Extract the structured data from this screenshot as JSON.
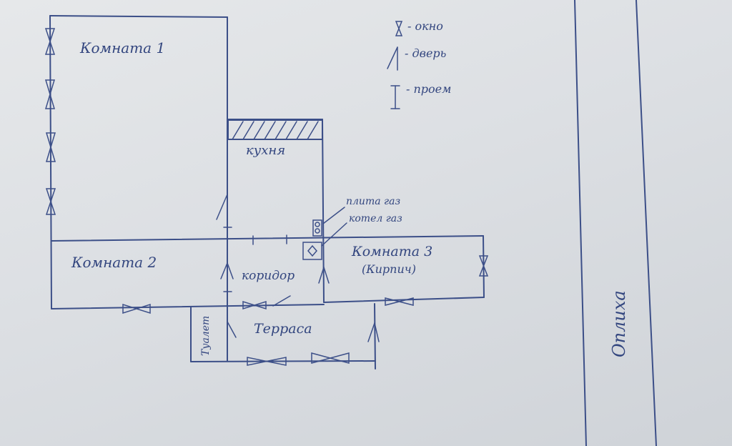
{
  "colors": {
    "ink": "#3c4f88",
    "paper": "#e3e5e8"
  },
  "legend": {
    "window": "- окно",
    "door": "- дверь",
    "opening": "- проем"
  },
  "rooms": {
    "room1": "Комната 1",
    "kitchen": "кухня",
    "room2": "Комната 2",
    "corridor": "коридор",
    "room3": "Комната 3",
    "room3_material": "(Кирпич)",
    "terrace": "Терраса",
    "toilet": "Туалет"
  },
  "equipment": {
    "gas_stove": "плита газ",
    "gas_boiler": "котел газ"
  },
  "road": "Оплиха"
}
